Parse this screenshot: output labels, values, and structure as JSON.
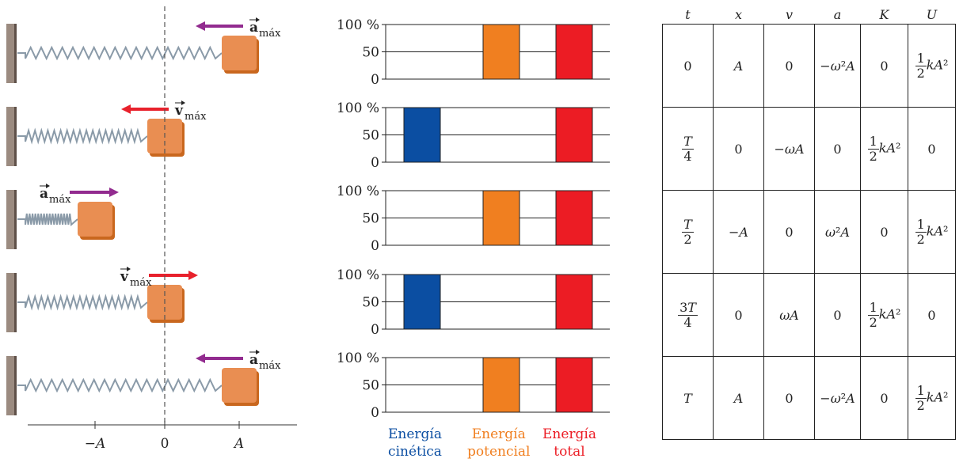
{
  "colors": {
    "kinetic": "#0b4ea2",
    "potential": "#f07f20",
    "total": "#ec1c24",
    "accel_arrow": "#922b8f",
    "vel_arrow": "#e8212c",
    "block": "#e98e52",
    "spring": "#8a9aa8"
  },
  "springs": {
    "rows": [
      {
        "vector": "a",
        "subscript": "máx",
        "arrow_dir": "left",
        "block_at": "A"
      },
      {
        "vector": "v",
        "subscript": "máx",
        "arrow_dir": "left",
        "block_at": "0"
      },
      {
        "vector": "a",
        "subscript": "máx",
        "arrow_dir": "right",
        "block_at": "-A"
      },
      {
        "vector": "v",
        "subscript": "máx",
        "arrow_dir": "right",
        "block_at": "0"
      },
      {
        "vector": "a",
        "subscript": "máx",
        "arrow_dir": "left",
        "block_at": "A"
      }
    ],
    "axis_ticks": [
      "−A",
      "0",
      "A"
    ]
  },
  "chart_data": {
    "type": "bar",
    "categories": [
      "Energía cinética",
      "Energía potencial",
      "Energía total"
    ],
    "y_ticks": [
      "100 %",
      "50",
      "0"
    ],
    "ylim": [
      0,
      100
    ],
    "panels": [
      {
        "values": [
          0,
          100,
          100
        ]
      },
      {
        "values": [
          100,
          0,
          100
        ]
      },
      {
        "values": [
          0,
          100,
          100
        ]
      },
      {
        "values": [
          100,
          0,
          100
        ]
      },
      {
        "values": [
          0,
          100,
          100
        ]
      }
    ]
  },
  "legend": [
    {
      "line1": "Energía",
      "line2": "cinética"
    },
    {
      "line1": "Energía",
      "line2": "potencial"
    },
    {
      "line1": "Energía",
      "line2": "total"
    }
  ],
  "table": {
    "headers": [
      "t",
      "x",
      "v",
      "a",
      "K",
      "U"
    ],
    "rows": [
      {
        "t": "0",
        "x": "A",
        "v": "0",
        "a": "−ω²A",
        "K": "0",
        "U": "½kA²"
      },
      {
        "t": "T/4",
        "x": "0",
        "v": "−ωA",
        "a": "0",
        "K": "½kA²",
        "U": "0"
      },
      {
        "t": "T/2",
        "x": "−A",
        "v": "0",
        "a": "ω²A",
        "K": "0",
        "U": "½kA²"
      },
      {
        "t": "3T/4",
        "x": "0",
        "v": "ωA",
        "a": "0",
        "K": "½kA²",
        "U": "0"
      },
      {
        "t": "T",
        "x": "A",
        "v": "0",
        "a": "−ω²A",
        "K": "0",
        "U": "½kA²"
      }
    ]
  }
}
